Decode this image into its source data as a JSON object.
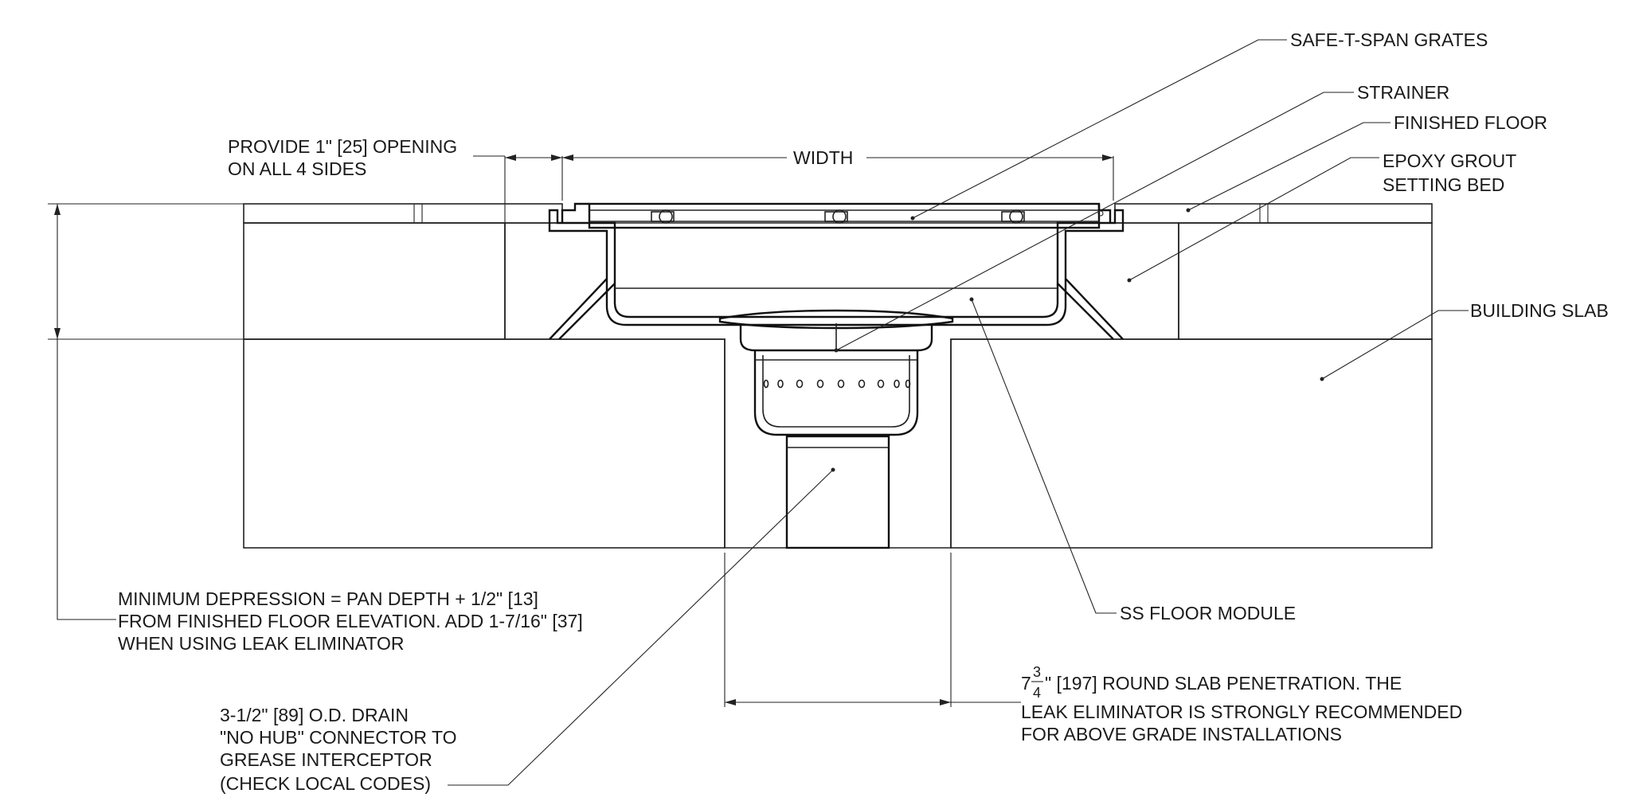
{
  "labels": {
    "safe_t_span_grates": "SAFE-T-SPAN GRATES",
    "strainer": "STRAINER",
    "finished_floor": "FINISHED FLOOR",
    "epoxy_grout_line1": "EPOXY GROUT",
    "epoxy_grout_line2": "SETTING BED",
    "building_slab": "BUILDING SLAB",
    "opening_line1": "PROVIDE 1\" [25] OPENING",
    "opening_line2": "ON ALL 4 SIDES",
    "width": "WIDTH",
    "ss_floor_module": "SS FLOOR MODULE",
    "depression_line1": "MINIMUM DEPRESSION = PAN DEPTH + 1/2\" [13]",
    "depression_line2": "FROM FINISHED FLOOR ELEVATION. ADD 1-7/16\" [37]",
    "depression_line3": "WHEN USING LEAK ELIMINATOR",
    "penetration_whole": "7",
    "penetration_num": "3",
    "penetration_den": "4",
    "penetration_line1_rest": "\" [197] ROUND SLAB PENETRATION. THE",
    "penetration_line2": "LEAK ELIMINATOR IS STRONGLY RECOMMENDED",
    "penetration_line3": "FOR ABOVE GRADE INSTALLATIONS",
    "drain_line1": "3-1/2\" [89] O.D. DRAIN",
    "drain_line2": "\"NO HUB\" CONNECTOR TO",
    "drain_line3": "GREASE INTERCEPTOR",
    "drain_line4": "(CHECK LOCAL CODES)"
  }
}
